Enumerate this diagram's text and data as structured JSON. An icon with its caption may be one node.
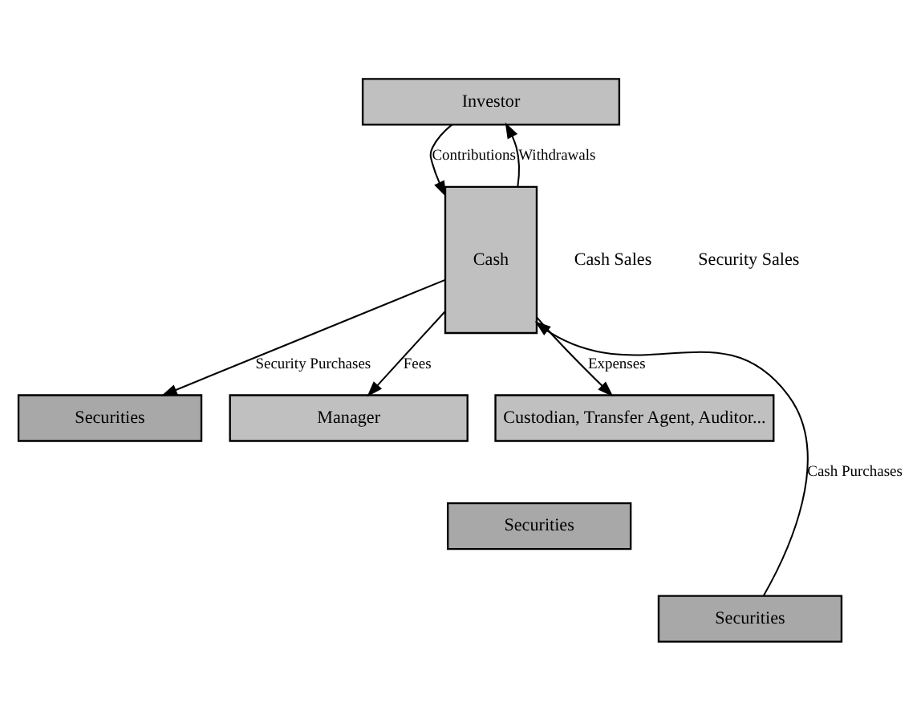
{
  "diagram": {
    "nodes": [
      {
        "text": [
          "Investor"
        ]
      },
      {
        "text": [
          "Cash"
        ]
      },
      {
        "text": [
          "Securities"
        ]
      },
      {
        "text": [
          "Securities"
        ]
      },
      {
        "text": [
          "Securities"
        ]
      },
      {
        "text": [
          "Manager"
        ]
      },
      {
        "text": [
          "Custodian, Transfer Agent, Auditor..."
        ]
      }
    ],
    "edges": [
      {
        "from": 0,
        "to": 1,
        "arrow": "to",
        "label": "Contributions"
      },
      {
        "from": 1,
        "to": 0,
        "arrow": "to",
        "label": "Withdrawals"
      },
      {
        "from": 1,
        "to": 2,
        "arrow": "to",
        "label": "Security Purchases"
      },
      {
        "from": 4,
        "to": 1,
        "arrow": "to",
        "label": "Cash Purchases"
      },
      {
        "from": 1,
        "to": 5,
        "arrow": "to",
        "label": "Fees"
      },
      {
        "from": 1,
        "to": 6,
        "arrow": "to",
        "label": "Expenses"
      }
    ],
    "labels": [
      "Cash Sales",
      "Security Sales"
    ]
  }
}
